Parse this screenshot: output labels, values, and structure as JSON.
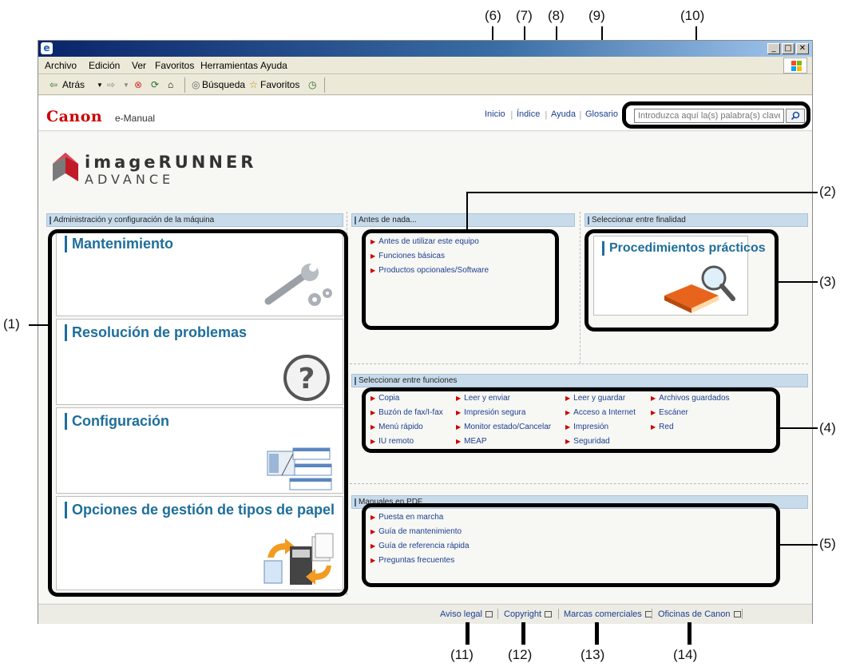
{
  "callouts": [
    "(1)",
    "(2)",
    "(3)",
    "(4)",
    "(5)",
    "(6)",
    "(7)",
    "(8)",
    "(9)",
    "(10)",
    "(11)",
    "(12)",
    "(13)",
    "(14)"
  ],
  "menu": [
    "Archivo",
    "Edición",
    "Ver",
    "Favoritos",
    "Herramientas",
    "Ayuda"
  ],
  "toolbar": {
    "back": "Atrás",
    "search": "Búsqueda",
    "favorites": "Favoritos"
  },
  "header": {
    "brand": "Canon",
    "product": "e-Manual",
    "links": [
      "Inicio",
      "Índice",
      "Ayuda",
      "Glosario"
    ],
    "search_placeholder": "Introduzca aquí la(s) palabra(s) clave"
  },
  "brand_block": {
    "line1": "imageRUNNER",
    "line2": "ADVANCE"
  },
  "sections": {
    "admin": "Administración y configuración de la máquina",
    "before": "Antes de nada...",
    "purpose": "Seleccionar entre finalidad",
    "functions": "Seleccionar entre funciones",
    "pdf": "Manuales en PDF"
  },
  "admin_cards": [
    "Mantenimiento",
    "Resolución de problemas",
    "Configuración",
    "Opciones de gestión de tipos de papel"
  ],
  "before_links": [
    "Antes de utilizar este equipo",
    "Funciones básicas",
    "Productos opcionales/Software"
  ],
  "practical": "Procedimientos prácticos",
  "functions_links": [
    [
      "Copia",
      "Leer y enviar",
      "Leer y guardar",
      "Archivos guardados"
    ],
    [
      "Buzón de fax/I-fax",
      "Impresión segura",
      "Acceso a Internet",
      "Escáner"
    ],
    [
      "Menú rápido",
      "Monitor estado/Cancelar",
      "Impresión",
      "Red"
    ],
    [
      "IU remoto",
      "MEAP",
      "Seguridad",
      ""
    ]
  ],
  "pdf_links": [
    "Puesta en marcha",
    "Guía de mantenimiento",
    "Guía de referencia rápida",
    "Preguntas frecuentes"
  ],
  "footer": [
    "Aviso legal",
    "Copyright",
    "Marcas comerciales",
    "Oficinas de Canon"
  ],
  "colors": {
    "accent": "#1e6e9a",
    "brand_red": "#cc0000",
    "section_bg": "#c8dbea",
    "link": "#1c3f8f"
  }
}
